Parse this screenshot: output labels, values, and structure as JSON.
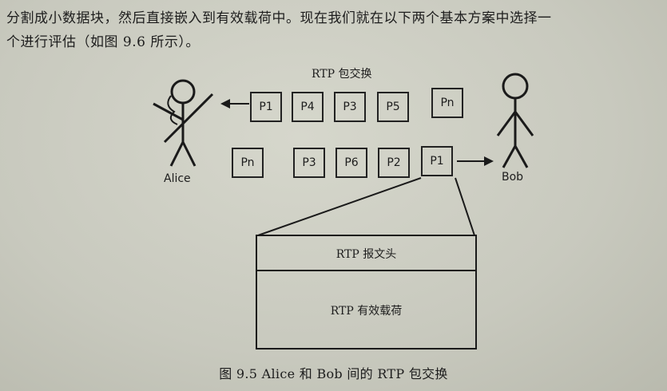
{
  "paragraph": {
    "line1": "分割成小数据块，然后直接嵌入到有效载荷中。现在我们就在以下两个基本方案中选择一",
    "line2": "个进行评估（如图 9.6 所示）。"
  },
  "diagram": {
    "title": "RTP 包交换",
    "alice_label": "Alice",
    "bob_label": "Bob",
    "row_to_alice": [
      "P1",
      "P4",
      "P3",
      "P5",
      "Pn"
    ],
    "row_to_bob": [
      "Pn",
      "P3",
      "P6",
      "P2",
      "P1"
    ],
    "header_label": "RTP 报文头",
    "payload_label": "RTP 有效载荷"
  },
  "caption": "图 9.5    Alice 和 Bob 间的 RTP 包交换"
}
